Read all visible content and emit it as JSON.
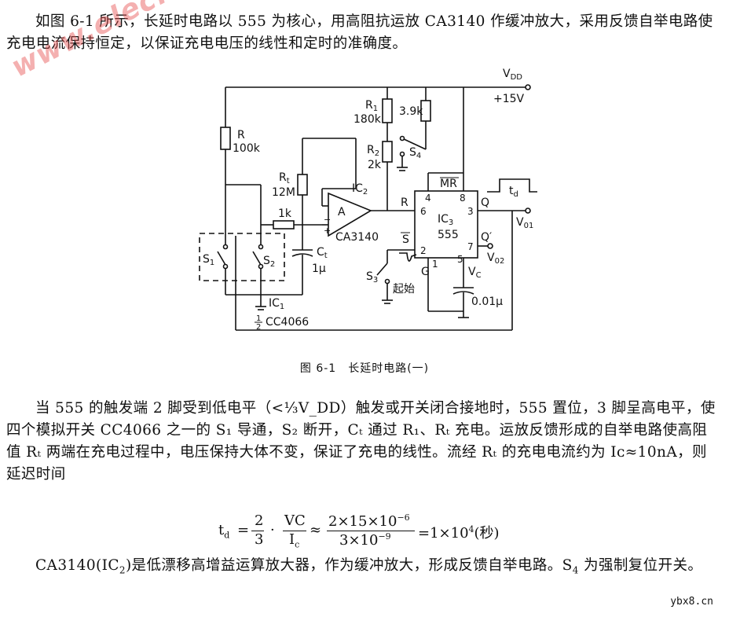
{
  "intro_text": "如图 6-1 所示，长延时电路以 555 为核心，用高阻抗运放 CA3140 作缓冲放大，采用反馈自举电路使充电电流保持恒定，以保证充电电压的线性和定时的准确度。",
  "watermark": "www.elecfans.com",
  "circuit": {
    "vdd": "V",
    "vdd_sub": "DD",
    "supply": "+15V",
    "r1": "R",
    "r1_sub": "1",
    "r1_val": "180k",
    "r39": "3.9k",
    "r2": "R",
    "r2_sub": "2",
    "r2_val": "2k",
    "s4": "S",
    "s4_sub": "4",
    "r": "R",
    "r_val": "100k",
    "rt": "R",
    "rt_sub": "t",
    "rt_val": "12M",
    "ic2": "IC",
    "ic2_sub": "2",
    "amp": "A",
    "opamp": "CA3140",
    "r1k": "1k",
    "ct": "C",
    "ct_sub": "t",
    "ct_val": "1μ",
    "s1": "S",
    "s1_sub": "1",
    "s2": "S",
    "s2_sub": "2",
    "ic1": "IC",
    "ic1_sub": "1",
    "half": "1",
    "half_den": "2",
    "cc4066": "CC4066",
    "mr": "MR",
    "pin8": "8",
    "pin4": "4",
    "pin6": "6",
    "pin3": "3",
    "pin2": "2",
    "pin7": "7",
    "pin1": "1",
    "pin5": "5",
    "r_in": "R",
    "s_bar": "S",
    "ic3": "IC",
    "ic3_sub": "3",
    "chip": "555",
    "q": "Q",
    "qp": "Q′",
    "td": "t",
    "td_sub": "d",
    "vo1": "V",
    "vo1_sub": "01",
    "vo2": "V",
    "vo2_sub": "02",
    "s3": "S",
    "s3_sub": "3",
    "start": "起始",
    "g": "G",
    "vc": "V",
    "vc_sub": "C",
    "c001": "0.01μ"
  },
  "caption": "图 6-1　长延时电路(一)",
  "para2_text": "当 555 的触发端 2 脚受到低电平（<⅓V_DD）触发或开关闭合接地时，555 置位，3 脚呈高电平，使四个模拟开关 CC4066 之一的 S₁ 导通，S₂ 断开，Cₜ 通过 R₁、Rₜ 充电。运放反馈形成的自举电路使高阻值 Rₜ 两端在充电过程中，电压保持大体不变，保证了充电的线性。流经 Rₜ 的充电电流约为 Iᴄ≈10nA，则延迟时间",
  "para2": {
    "a": "当 555 的触发端 2 脚受到低电平(",
    "lt": "<",
    "one": "1",
    "three": "3",
    "v": "V",
    "vdd_sub": "DD",
    "b": ")触发或开关闭合接地时，555 置位，3 脚呈高电平，使四个模拟开关 CC4066 之一的 S",
    "s1_sub": "1",
    "c": " 导通，S",
    "s2_sub": "2",
    "d": " 断开，C",
    "ct_sub": "t",
    "e": " 通过 R",
    "r1_sub": "1",
    "f": "、R",
    "rt_sub": "t",
    "g": " 充电。运放反馈形成的自举电路使高阻值 R",
    "rt_sub2": "t",
    "h": " 两端在充电过程中，电压保持大体不变，保证了充电的线性。流经 R",
    "rt_sub3": "t",
    "i": " 的充电电流约为 I",
    "ic_sub": "c",
    "j": "≈10nA，则延迟时间"
  },
  "formula": {
    "lhs": "t",
    "lhs_sub": "d",
    "eq": "=",
    "num1": "2",
    "den1": "3",
    "dot": "·",
    "num2": "VC",
    "den2": "I",
    "den2_sub": "c",
    "approx": "≈",
    "num3": "2×15×10",
    "num3_exp": "−6",
    "den3": "3×10",
    "den3_exp": "−9",
    "result": "=1×10",
    "result_exp": "4",
    "unit": "(秒)"
  },
  "para3": {
    "a": "CA3140(IC",
    "ic2_sub": "2",
    "b": ")是低漂移高增益运算放大器，作为缓冲放大，形成反馈自举电路。S",
    "s4_sub": "4",
    "c": " 为强制复位开关。"
  },
  "site": "ybx8.cn"
}
